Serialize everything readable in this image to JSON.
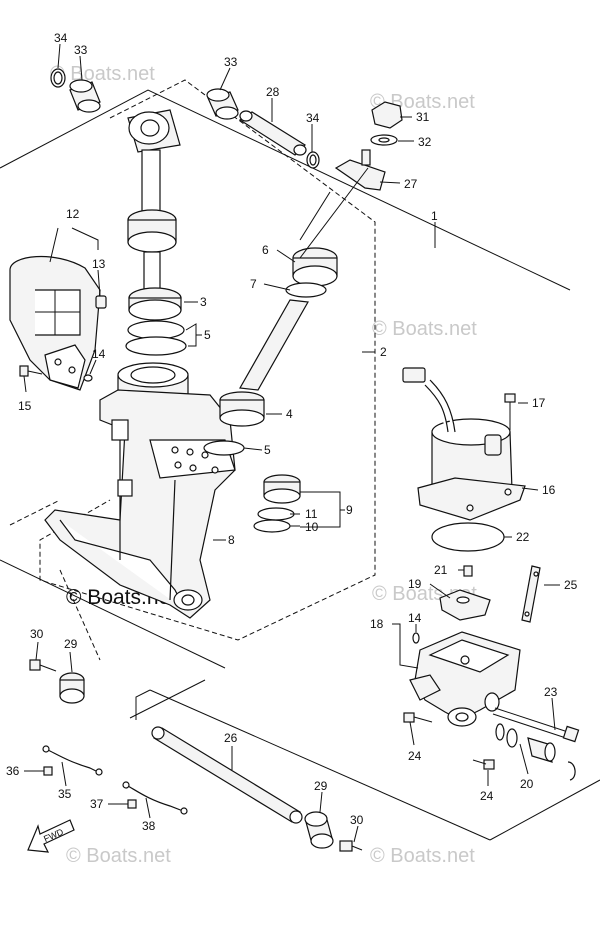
{
  "watermark": "© Boats.net",
  "direction_label": "FWD",
  "callouts": {
    "p1": "1",
    "p2": "2",
    "p3": "3",
    "p4": "4",
    "p5a": "5",
    "p5b": "5",
    "p6": "6",
    "p7": "7",
    "p8": "8",
    "p9": "9",
    "p10": "10",
    "p11": "11",
    "p12": "12",
    "p13": "13",
    "p14a": "14",
    "p14b": "14",
    "p15": "15",
    "p16": "16",
    "p17": "17",
    "p18": "18",
    "p19": "19",
    "p20": "20",
    "p21": "21",
    "p22": "22",
    "p23": "23",
    "p24a": "24",
    "p24b": "24",
    "p25": "25",
    "p26": "26",
    "p27": "27",
    "p28": "28",
    "p29a": "29",
    "p29b": "29",
    "p30a": "30",
    "p30b": "30",
    "p31": "31",
    "p32": "32",
    "p33a": "33",
    "p33b": "33",
    "p34a": "34",
    "p34b": "34",
    "p35": "35",
    "p36": "36",
    "p37": "37",
    "p38": "38"
  }
}
